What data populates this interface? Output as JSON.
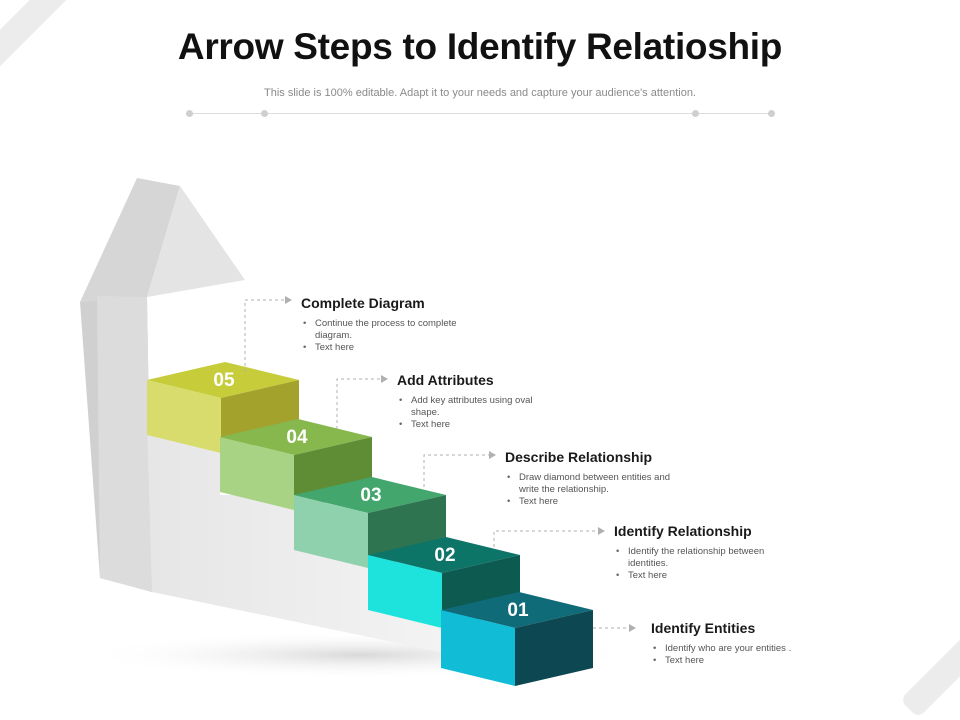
{
  "slide": {
    "title": "Arrow Steps to Identify Relatioship",
    "subtitle": "This slide is 100% editable. Adapt it to your needs and capture your audience's attention."
  },
  "steps": [
    {
      "number": "01",
      "title": "Identify Entities",
      "bullets": [
        "Identify who are your entities .",
        "Text here"
      ],
      "top_color": "#106b78",
      "front_color": "#10bcd6",
      "side_color": "#0c4752"
    },
    {
      "number": "02",
      "title": "Identify Relationship",
      "bullets": [
        "Identify the relationship between identities.",
        "Text here"
      ],
      "top_color": "#0d7468",
      "front_color": "#1ee3dc",
      "side_color": "#0c5a50"
    },
    {
      "number": "03",
      "title": "Describe Relationship",
      "bullets": [
        "Draw diamond between entities and write the relationship.",
        "Text here"
      ],
      "top_color": "#43a66d",
      "front_color": "#8fd1ad",
      "side_color": "#2f7450"
    },
    {
      "number": "04",
      "title": "Add Attributes",
      "bullets": [
        "Add key attributes using oval shape.",
        "Text here"
      ],
      "top_color": "#86b84e",
      "front_color": "#a9d384",
      "side_color": "#5e8d35"
    },
    {
      "number": "05",
      "title": "Complete Diagram",
      "bullets": [
        "Continue the process to complete diagram.",
        "Text here"
      ],
      "top_color": "#c6cc3a",
      "front_color": "#d8dc6c",
      "side_color": "#a2a22c"
    }
  ]
}
